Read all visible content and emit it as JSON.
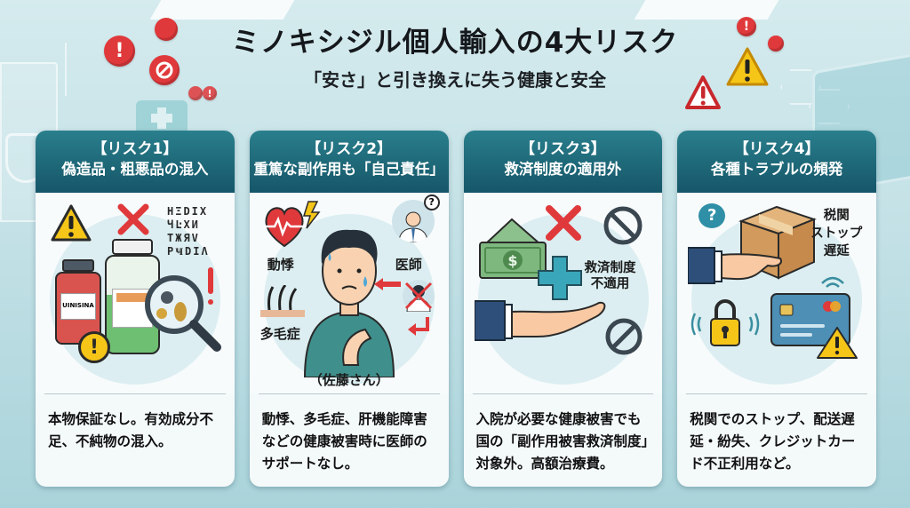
{
  "header": {
    "title": "ミノキシジル個人輸入の4大リスク",
    "subtitle": "「安さ」と引き換えに失う健康と安全"
  },
  "decor": {
    "alert_badges": [
      "exclamation-badge",
      "no-entry-badge",
      "warning-triangle"
    ],
    "colors": {
      "header_teal": "#1e6878",
      "alert_red": "#e0393b",
      "warning_yellow": "#f5c518",
      "background": "#c3e1e6"
    }
  },
  "cards": [
    {
      "label": "【リスク1】",
      "title": "偽造品・粗悪品の混入",
      "illustration": {
        "bottle_label": "UINISINA",
        "garbled_text": [
          "HΞDIX",
          "ЧĿХИ",
          "TЖЯV",
          "PҸDIΛ"
        ],
        "icons": [
          "warning-triangle-icon",
          "red-x-icon",
          "medicine-bottle-icon",
          "magnifier-icon",
          "exclamation-icon"
        ]
      },
      "description": "本物保証なし。有効成分不足、不純物の混入。"
    },
    {
      "label": "【リスク2】",
      "title": "重篤な副作用も「自己責任」",
      "illustration": {
        "labels": {
          "palpitation": "動悸",
          "doctor": "医師",
          "hair": "多毛症",
          "person": "（佐藤さん）"
        },
        "icons": [
          "heart-pulse-icon",
          "doctor-question-icon",
          "hair-icon",
          "person-icon",
          "crossed-doctor-icon"
        ]
      },
      "description": "動悸、多毛症、肝機能障害などの健康被害時に医師のサポートなし。"
    },
    {
      "label": "【リスク3】",
      "title": "救済制度の適用外",
      "illustration": {
        "label": "救済制度\n不適用",
        "label_line1": "救済制度",
        "label_line2": "不適用",
        "currency_symbol": "$",
        "icons": [
          "money-icon",
          "red-x-icon",
          "medical-cross-icon",
          "open-hand-icon",
          "prohibited-icon"
        ]
      },
      "description": "入院が必要な健康被害でも国の「副作用被害救済制度」対象外。高額治療費。"
    },
    {
      "label": "【リスク4】",
      "title": "各種トラブルの頻発",
      "illustration": {
        "label_line1": "税関",
        "label_line2": "ストップ",
        "label_line3": "遅延",
        "question_mark": "?",
        "icons": [
          "question-bubble-icon",
          "package-icon",
          "hand-icon",
          "padlock-icon",
          "credit-card-icon",
          "warning-triangle-icon"
        ]
      },
      "description": "税関でのストップ、配送遅延・紛失、クレジットカード不正利用など。"
    }
  ]
}
